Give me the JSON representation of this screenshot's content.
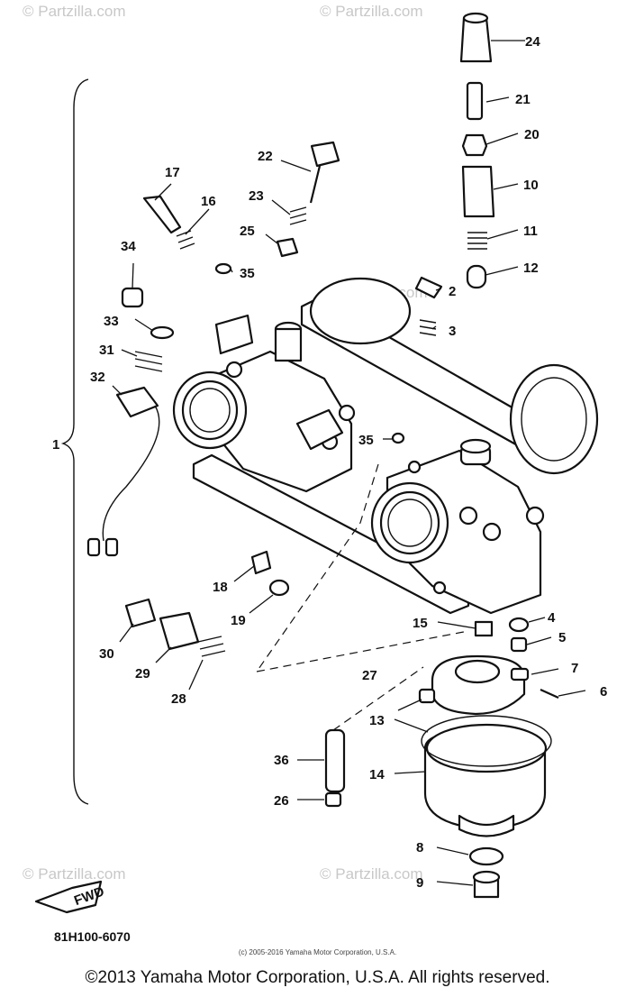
{
  "watermarks": [
    "© Partzilla.com",
    "© Partzilla.com"
  ],
  "callouts": {
    "c1": "1",
    "c2": "2",
    "c3": "3",
    "c4": "4",
    "c5": "5",
    "c6": "6",
    "c7": "7",
    "c8": "8",
    "c9": "9",
    "c10": "10",
    "c11": "11",
    "c12": "12",
    "c13": "13",
    "c14": "14",
    "c15": "15",
    "c16": "16",
    "c17": "17",
    "c18": "18",
    "c19": "19",
    "c20": "20",
    "c21": "21",
    "c22": "22",
    "c23": "23",
    "c24": "24",
    "c25": "25",
    "c26": "26",
    "c27": "27",
    "c28": "28",
    "c29": "29",
    "c30": "30",
    "c31": "31",
    "c32": "32",
    "c33": "33",
    "c34": "34",
    "c35a": "35",
    "c35b": "35",
    "c36": "36"
  },
  "fwd_label": "FWD",
  "diagram_code": "81H100-6070",
  "small_copyright": "(c) 2005-2016 Yamaha Motor Corporation, U.S.A.",
  "footer_copyright": "©2013 Yamaha Motor Corporation, U.S.A. All rights reserved."
}
